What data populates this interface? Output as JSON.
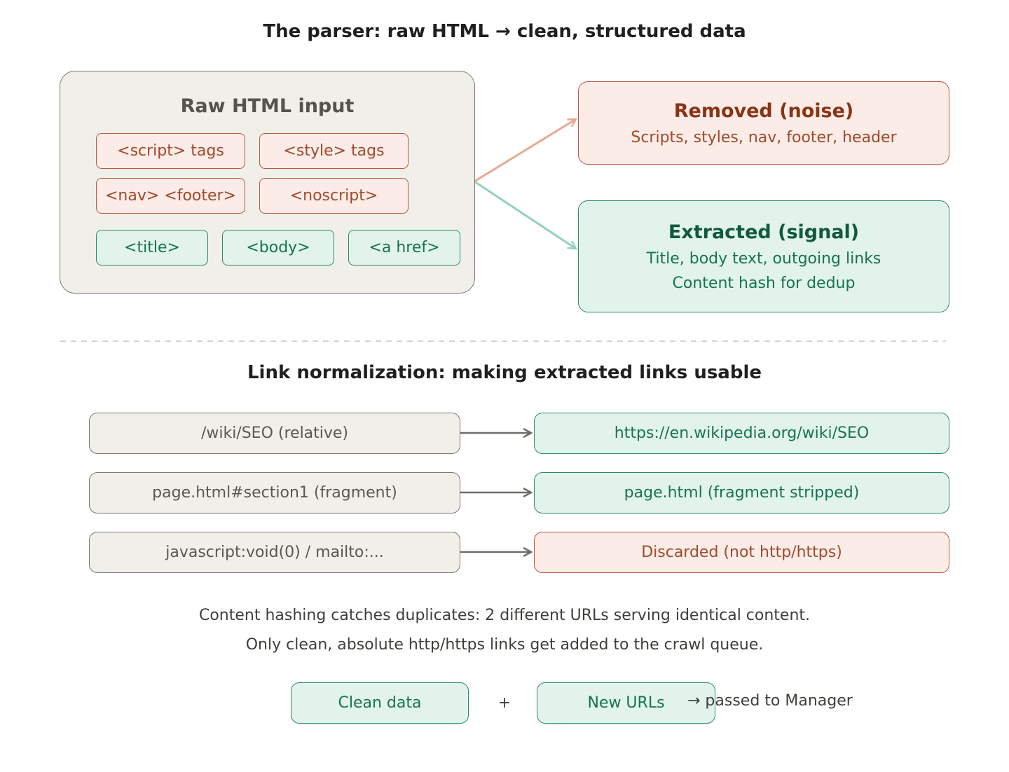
{
  "title": "The parser: raw HTML → clean, structured data",
  "raw_panel": {
    "heading": "Raw HTML input",
    "noise_tags": [
      "<script> tags",
      "<style> tags",
      "<nav> <footer>",
      "<noscript>"
    ],
    "signal_tags": [
      "<title>",
      "<body>",
      "<a href>"
    ]
  },
  "removed": {
    "heading": "Removed (noise)",
    "text": "Scripts, styles, nav, footer, header"
  },
  "extracted": {
    "heading": "Extracted (signal)",
    "line1": "Title, body text, outgoing links",
    "line2": "Content hash for dedup"
  },
  "normalization": {
    "title": "Link normalization: making extracted links usable",
    "rows": [
      {
        "input": "/wiki/SEO (relative)",
        "output": "https://en.wikipedia.org/wiki/SEO",
        "status": "kept"
      },
      {
        "input": "page.html#section1 (fragment)",
        "output": "page.html (fragment stripped)",
        "status": "kept"
      },
      {
        "input": "javascript:void(0) / mailto:...",
        "output": "Discarded (not http/https)",
        "status": "discarded"
      }
    ]
  },
  "notes": [
    "Content hashing catches duplicates: 2 different URLs serving identical content.",
    "Only clean, absolute http/https links get added to the crawl queue."
  ],
  "footer": {
    "clean_data": "Clean data",
    "plus": "+",
    "new_urls": "New URLs",
    "passed": "→ passed to Manager"
  },
  "colors": {
    "noise_border": "#b55a3f",
    "signal_border": "#2b8a66",
    "noise_arrow": "#e8a994",
    "signal_arrow": "#93d1bb",
    "gray_arrow": "#6f6d69"
  }
}
